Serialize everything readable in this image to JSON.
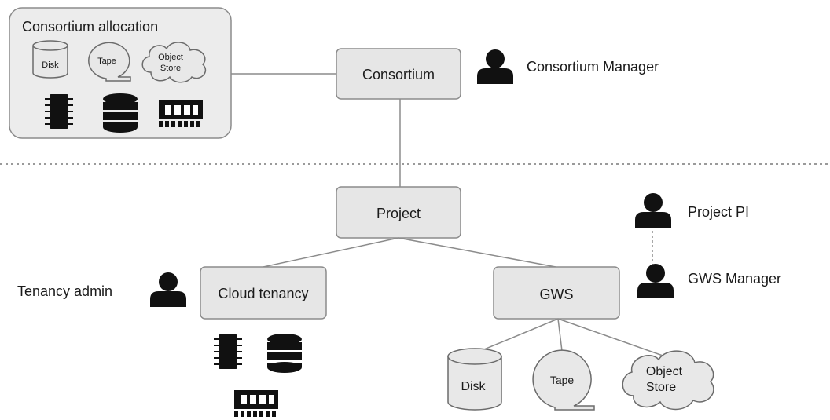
{
  "allocation_panel": {
    "title": "Consortium allocation",
    "disk_label": "Disk",
    "tape_label": "Tape",
    "object_store_label_line1": "Object",
    "object_store_label_line2": "Store"
  },
  "nodes": {
    "consortium": "Consortium",
    "project": "Project",
    "cloud_tenancy": "Cloud tenancy",
    "gws": "GWS"
  },
  "roles": {
    "consortium_manager": "Consortium Manager",
    "project_pi": "Project PI",
    "gws_manager": "GWS Manager",
    "tenancy_admin": "Tenancy admin"
  },
  "gws_storage": {
    "disk_label": "Disk",
    "tape_label": "Tape",
    "object_store_label_line1": "Object",
    "object_store_label_line2": "Store"
  },
  "icons": [
    "database-icon",
    "chip-icon",
    "memory-icon",
    "person-icon",
    "tape-icon",
    "cloud-icon",
    "disk-icon"
  ],
  "colors": {
    "box_fill": "#e6e6e6",
    "box_stroke": "#8c8c8c",
    "ink": "#111111"
  }
}
